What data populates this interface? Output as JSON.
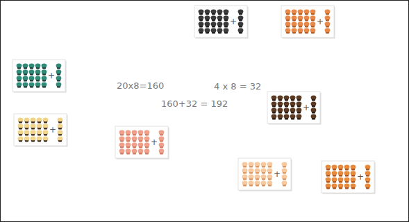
{
  "diagram": {
    "labels": [
      "+",
      "+",
      "+",
      "20x8=160",
      "4 x 8 = 32",
      "160+32 = 192",
      "+",
      "+",
      "+",
      "+",
      "+"
    ]
  }
}
